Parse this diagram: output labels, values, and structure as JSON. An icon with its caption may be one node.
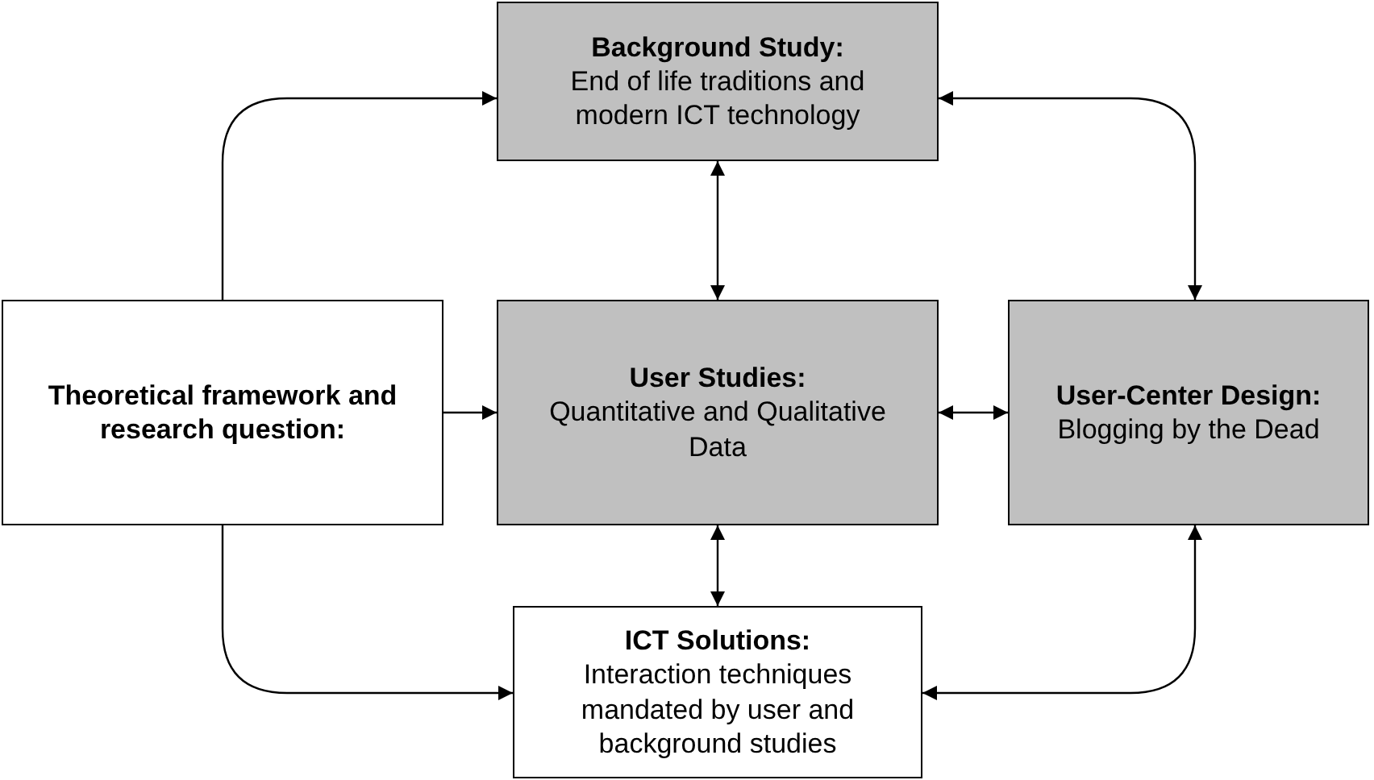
{
  "diagram": {
    "nodes": [
      {
        "text": [
          "Background Study:",
          "End of life traditions and modern ICT technology"
        ]
      },
      {
        "text": [
          "Theoretical framework and research question:"
        ]
      },
      {
        "text": [
          "User Studies:",
          "Quantitative and Qualitative Data"
        ]
      },
      {
        "text": [
          "User-Center Design:",
          "Blogging by the Dead"
        ]
      },
      {
        "text": [
          "ICT Solutions:",
          "Interaction techniques mandated by user and background studies"
        ]
      }
    ],
    "edges": [
      {
        "from": 1,
        "to": 0,
        "arrow": "to"
      },
      {
        "from": 0,
        "to": 3,
        "arrow": "both"
      },
      {
        "from": 0,
        "to": 2,
        "arrow": "both"
      },
      {
        "from": 1,
        "to": 2,
        "arrow": "to"
      },
      {
        "from": 2,
        "to": 3,
        "arrow": "both"
      },
      {
        "from": 2,
        "to": 4,
        "arrow": "both"
      },
      {
        "from": 1,
        "to": 4,
        "arrow": "to"
      },
      {
        "from": 3,
        "to": 4,
        "arrow": "both"
      }
    ]
  }
}
